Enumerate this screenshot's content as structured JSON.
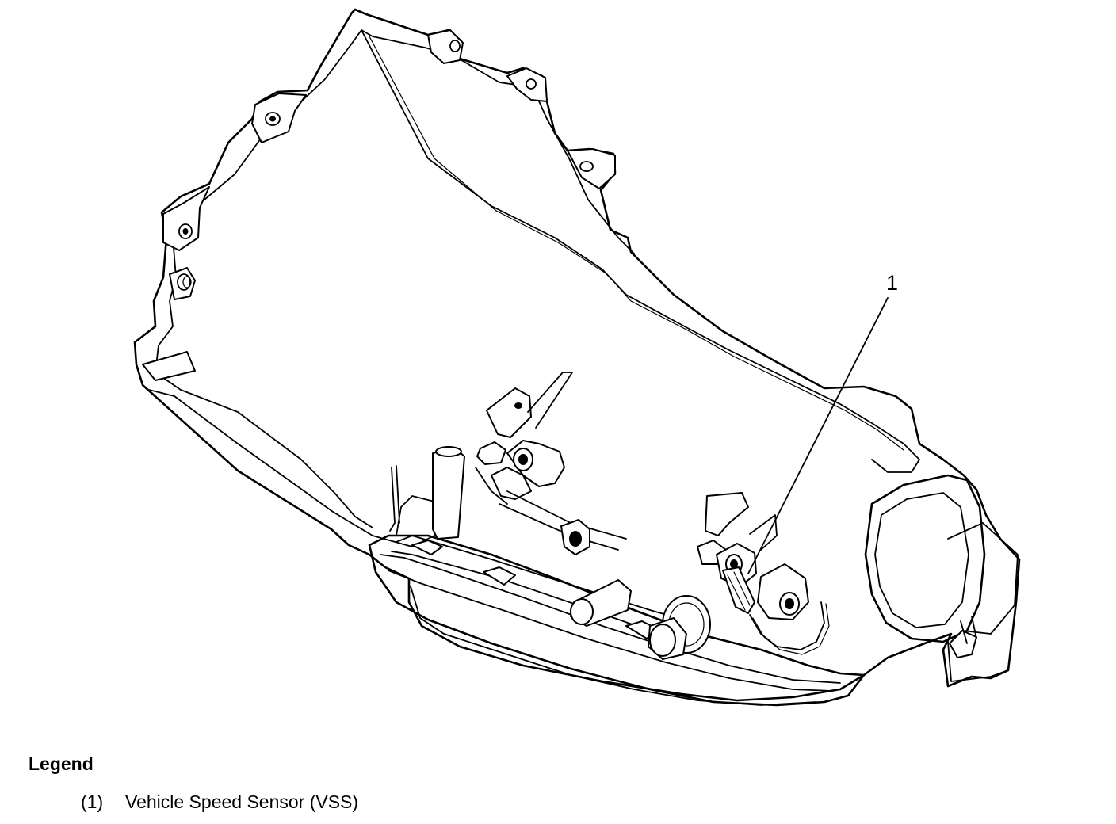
{
  "diagram": {
    "callouts": [
      {
        "id": "1"
      }
    ]
  },
  "legend": {
    "title": "Legend",
    "items": [
      {
        "id": "(1)",
        "label": "Vehicle Speed Sensor (VSS)"
      }
    ]
  }
}
